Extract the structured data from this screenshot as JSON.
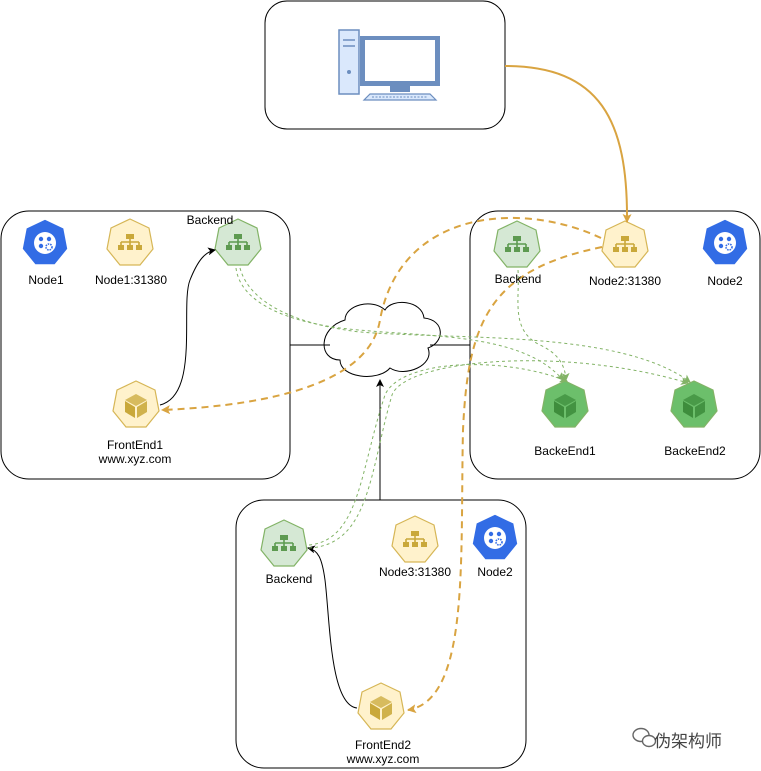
{
  "labels": {
    "node1": "Node1",
    "node1_port": "Node1:31380",
    "backend_top_left": "Backend",
    "frontend1": "FrontEnd1",
    "frontend1_url": "www.xyz.com",
    "backend_right": "Backend",
    "node2_port": "Node2:31380",
    "node2": "Node2",
    "backend1": "BackeEnd1",
    "backend2": "BackeEnd2",
    "backend_bottom": "Backend",
    "node3_port": "Node3:31380",
    "node2_bottom": "Node2",
    "frontend2": "FrontEnd2",
    "frontend2_url": "www.xyz.com"
  },
  "watermark": "伪架构师",
  "colors": {
    "k8s_blue": "#326ce5",
    "yellow_fill": "#fff2cc",
    "yellow_stroke": "#d6b656",
    "green_fill": "#d5e8d4",
    "green_stroke": "#82b366",
    "green_solid_fill": "#6cbf6b",
    "cube_yellow": "#c9a83a",
    "orange_arrow": "#d9a441",
    "green_arrow": "#82b366",
    "monitor_blue": "#6c8ebf"
  }
}
